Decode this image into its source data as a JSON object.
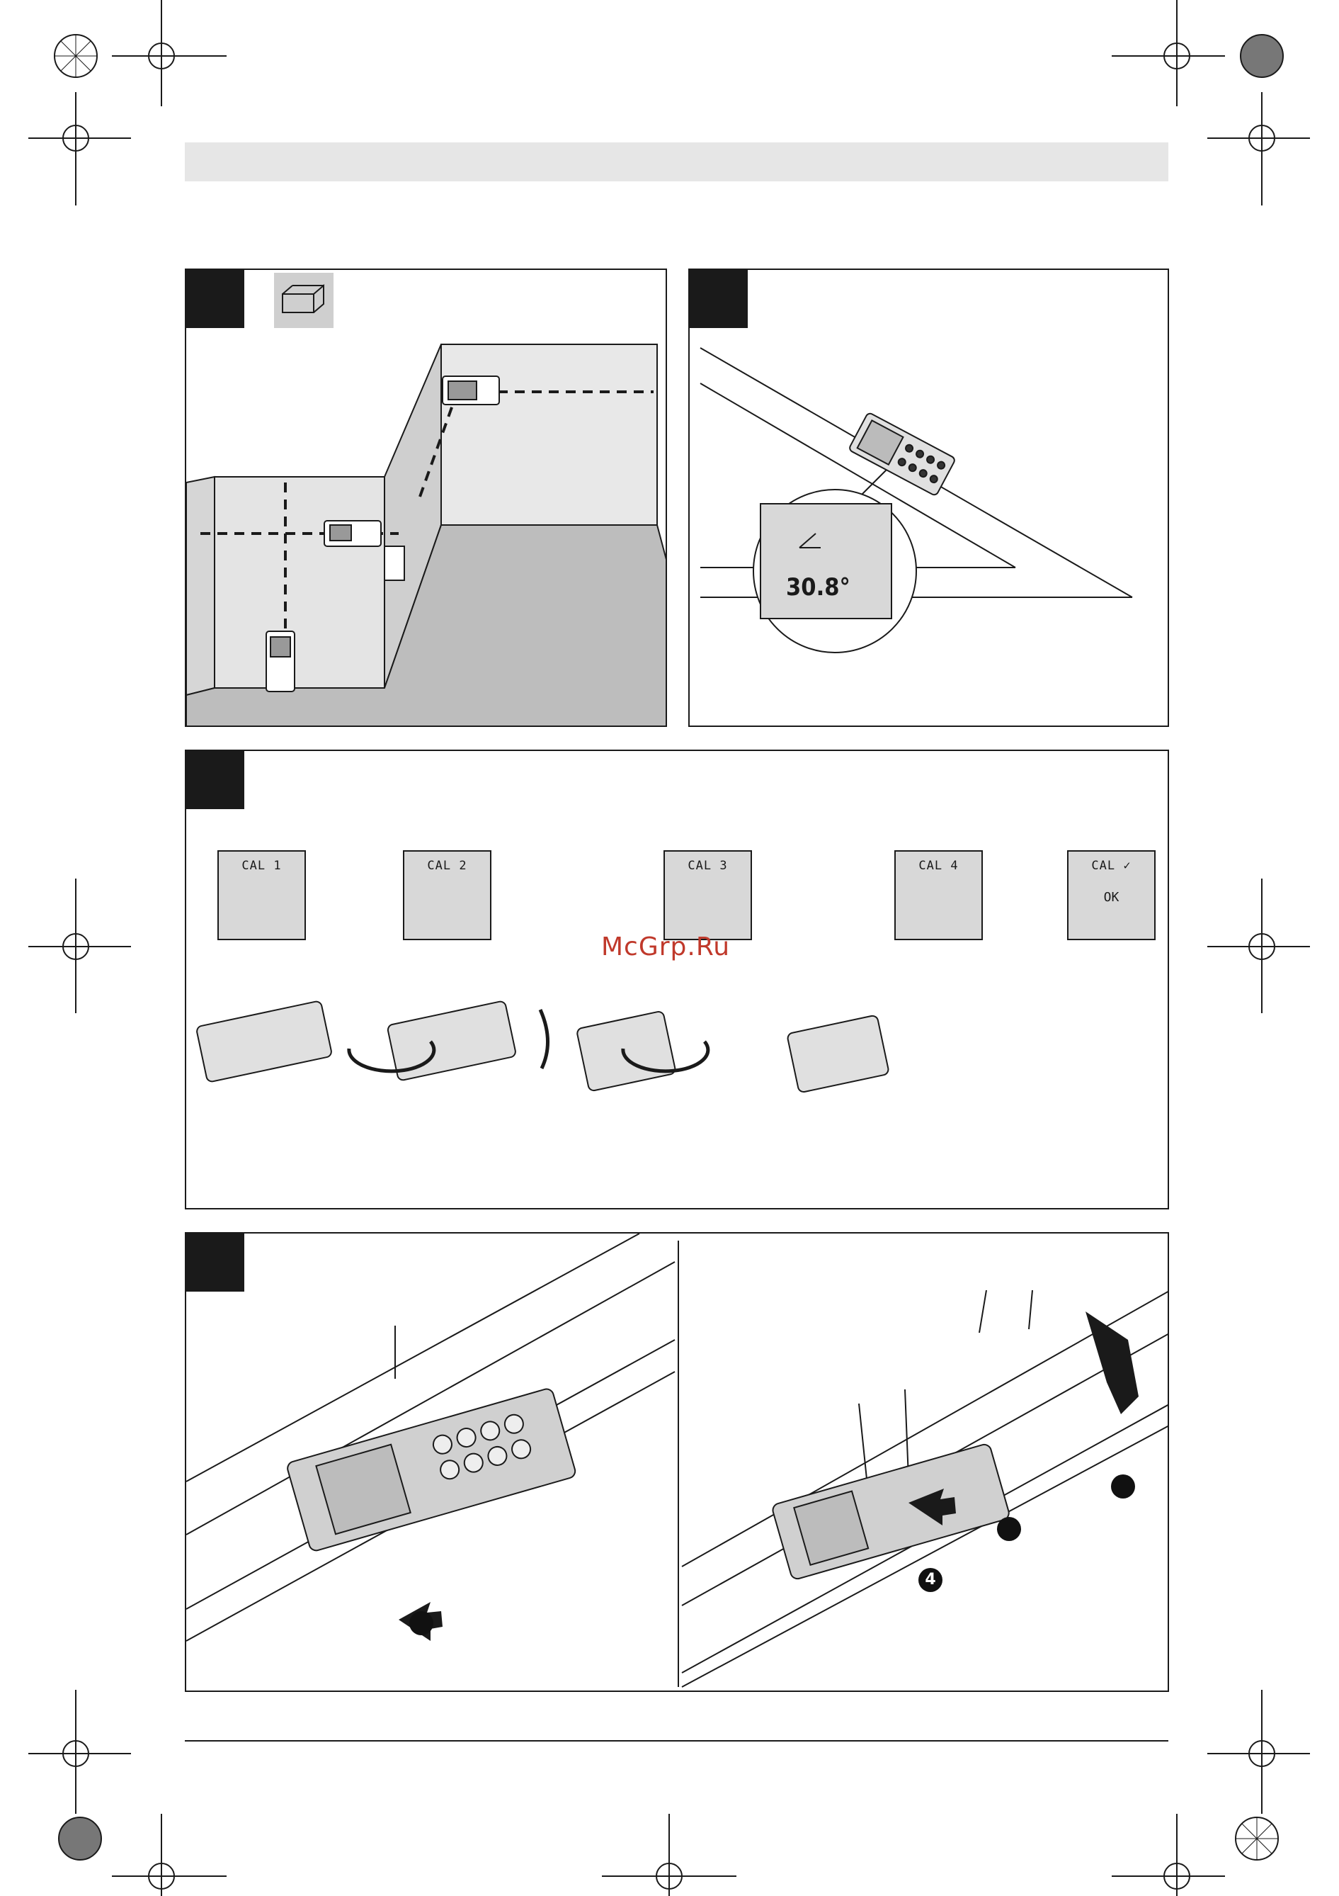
{
  "page": {
    "watermark": "McGrp.Ru"
  },
  "calibration": {
    "steps": [
      {
        "label": "CAL 1",
        "ok": ""
      },
      {
        "label": "CAL 2",
        "ok": ""
      },
      {
        "label": "CAL 3",
        "ok": ""
      },
      {
        "label": "CAL 4",
        "ok": ""
      },
      {
        "label": "CAL ✓",
        "ok": "OK"
      }
    ]
  },
  "angle_panel": {
    "readout": "30.8°"
  },
  "rail_panel": {
    "callout_left": "",
    "callout_4": "4"
  }
}
